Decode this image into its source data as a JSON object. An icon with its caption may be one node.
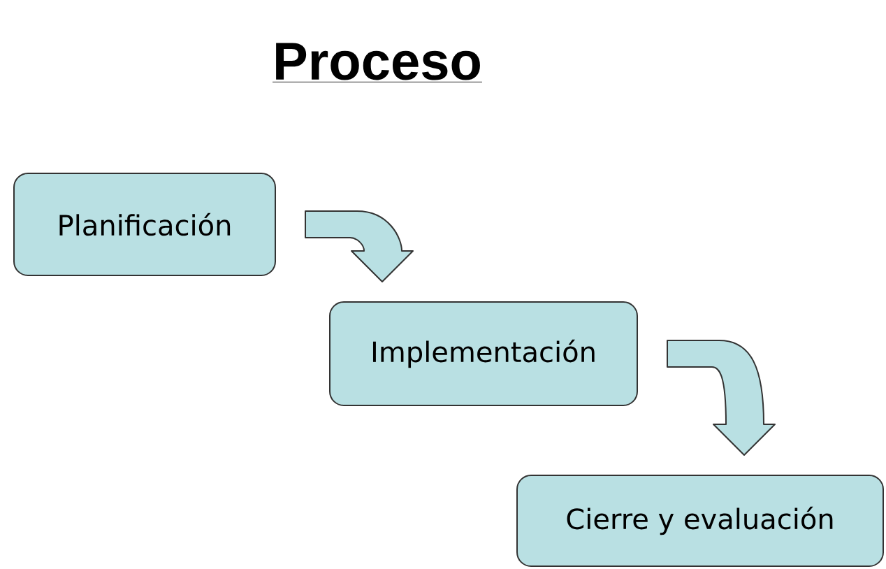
{
  "diagram": {
    "title": "Proceso",
    "nodes": [
      {
        "text": [
          "Planificación"
        ]
      },
      {
        "text": [
          "Implementación"
        ]
      },
      {
        "text": [
          "Cierre y evaluación"
        ]
      }
    ],
    "edges": [
      {
        "from": 0,
        "to": 1,
        "arrow": "to"
      },
      {
        "from": 1,
        "to": 2,
        "arrow": "to"
      }
    ]
  }
}
